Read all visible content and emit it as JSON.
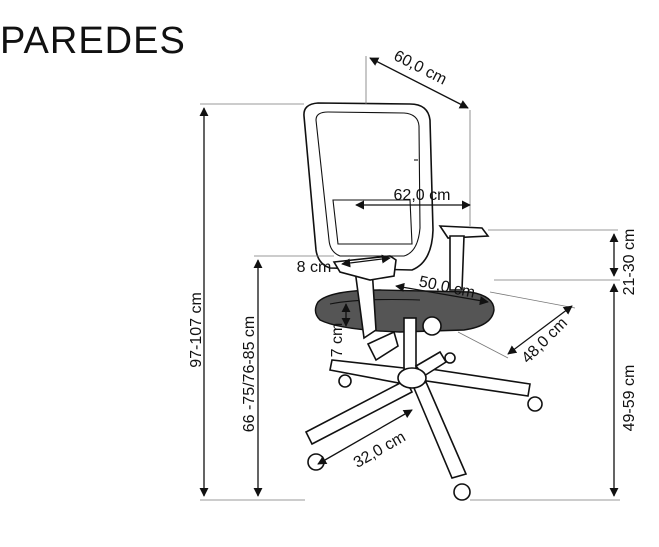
{
  "brand": {
    "name": "PAREDES"
  },
  "dimensions": {
    "depth": "60,0 cm",
    "width": "62,0 cm",
    "total_height": "97-107 cm",
    "armrest_height": "66 -75/76-85 cm",
    "armrest_width": "8 cm",
    "seat_width": "50,0 cm",
    "seat_depth": "48,0 cm",
    "lumbar": "7 cm",
    "armrest_adjust": "21-30 cm",
    "seat_height": "49-59 cm",
    "base": "32,0 cm"
  },
  "colors": {
    "line": "#111111",
    "fill_dark": "#555555",
    "background": "#ffffff"
  }
}
